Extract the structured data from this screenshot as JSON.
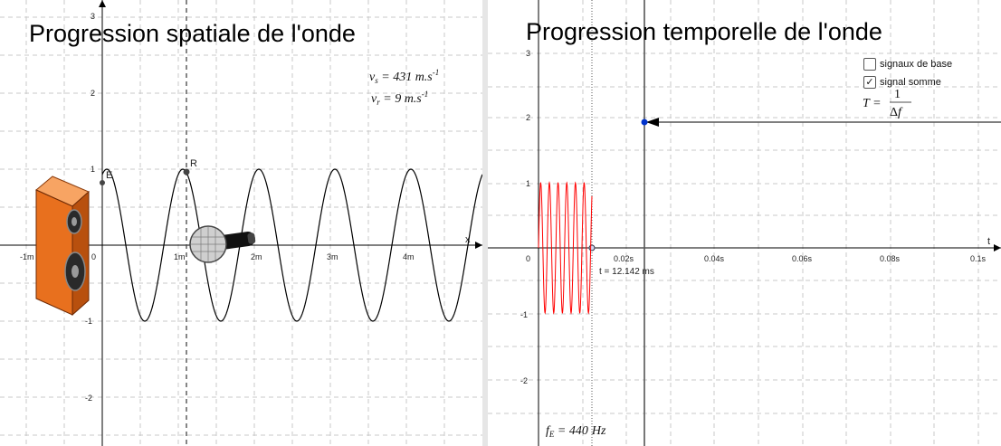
{
  "left": {
    "title": "Progression spatiale de l'onde",
    "vs_label": "v_s = 431 m.s^-1",
    "vr_label": "v_r = 9 m.s^-1",
    "vs_value": "431",
    "vr_value": "9",
    "unit": "m.s",
    "exp": "-1",
    "point_e": "E",
    "point_r": "R",
    "x_axis_label": "x",
    "x_ticks": [
      "-1m",
      "0",
      "1m",
      "2m",
      "3m",
      "4m"
    ],
    "y_ticks": [
      "3",
      "2",
      "1",
      "-1",
      "-2"
    ],
    "speaker_icon": "speaker-icon",
    "microphone_icon": "microphone-icon"
  },
  "right": {
    "title": "Progression temporelle de l'onde",
    "checkbox_base": {
      "label": "signaux de base",
      "checked": false
    },
    "checkbox_sum": {
      "label": "signal somme",
      "checked": true
    },
    "period_formula": "T = 1/Δf",
    "t_axis_label": "t",
    "t_ticks": [
      "0",
      "0.02s",
      "0.04s",
      "0.06s",
      "0.08s",
      "0.1s"
    ],
    "y_ticks": [
      "3",
      "2",
      "1",
      "-1",
      "-2"
    ],
    "time_readout": "t = 12.142 ms",
    "freq_label": "f_E = 440 Hz",
    "freq_value": "440",
    "freq_unit": "Hz"
  },
  "colors": {
    "signal": "#ff0000",
    "wave": "#000000",
    "grid": "#cccccc",
    "point": "#0033cc"
  }
}
